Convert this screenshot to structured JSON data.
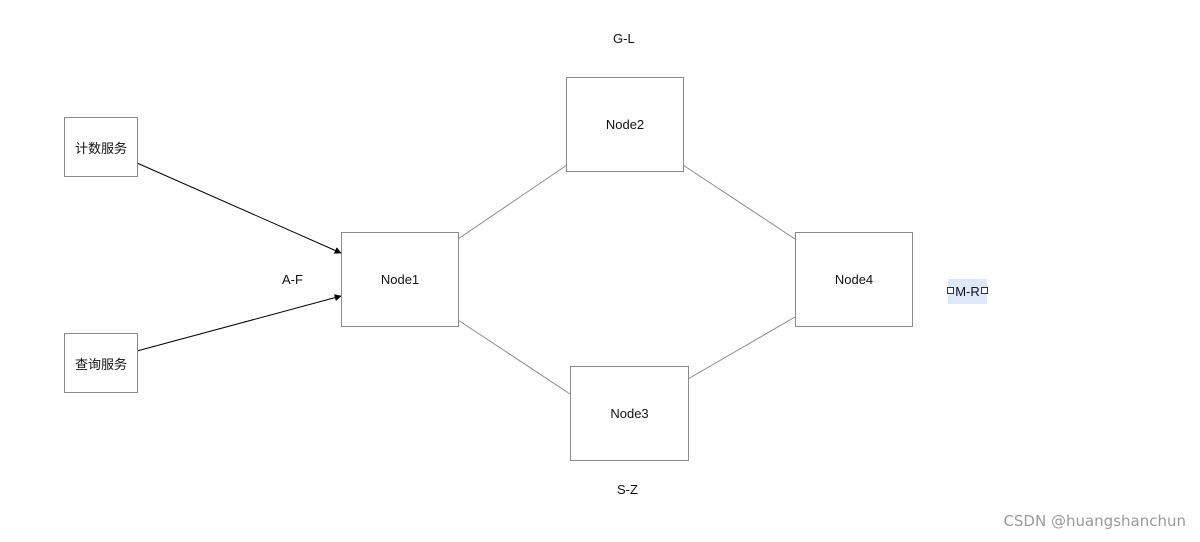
{
  "services": {
    "count_service": "计数服务",
    "query_service": "查询服务"
  },
  "nodes": {
    "node1": "Node1",
    "node2": "Node2",
    "node3": "Node3",
    "node4": "Node4"
  },
  "ranges": {
    "a_f": "A-F",
    "g_l": "G-L",
    "m_r": "M-R",
    "s_z": "S-Z"
  },
  "watermark": "CSDN @huangshanchun"
}
